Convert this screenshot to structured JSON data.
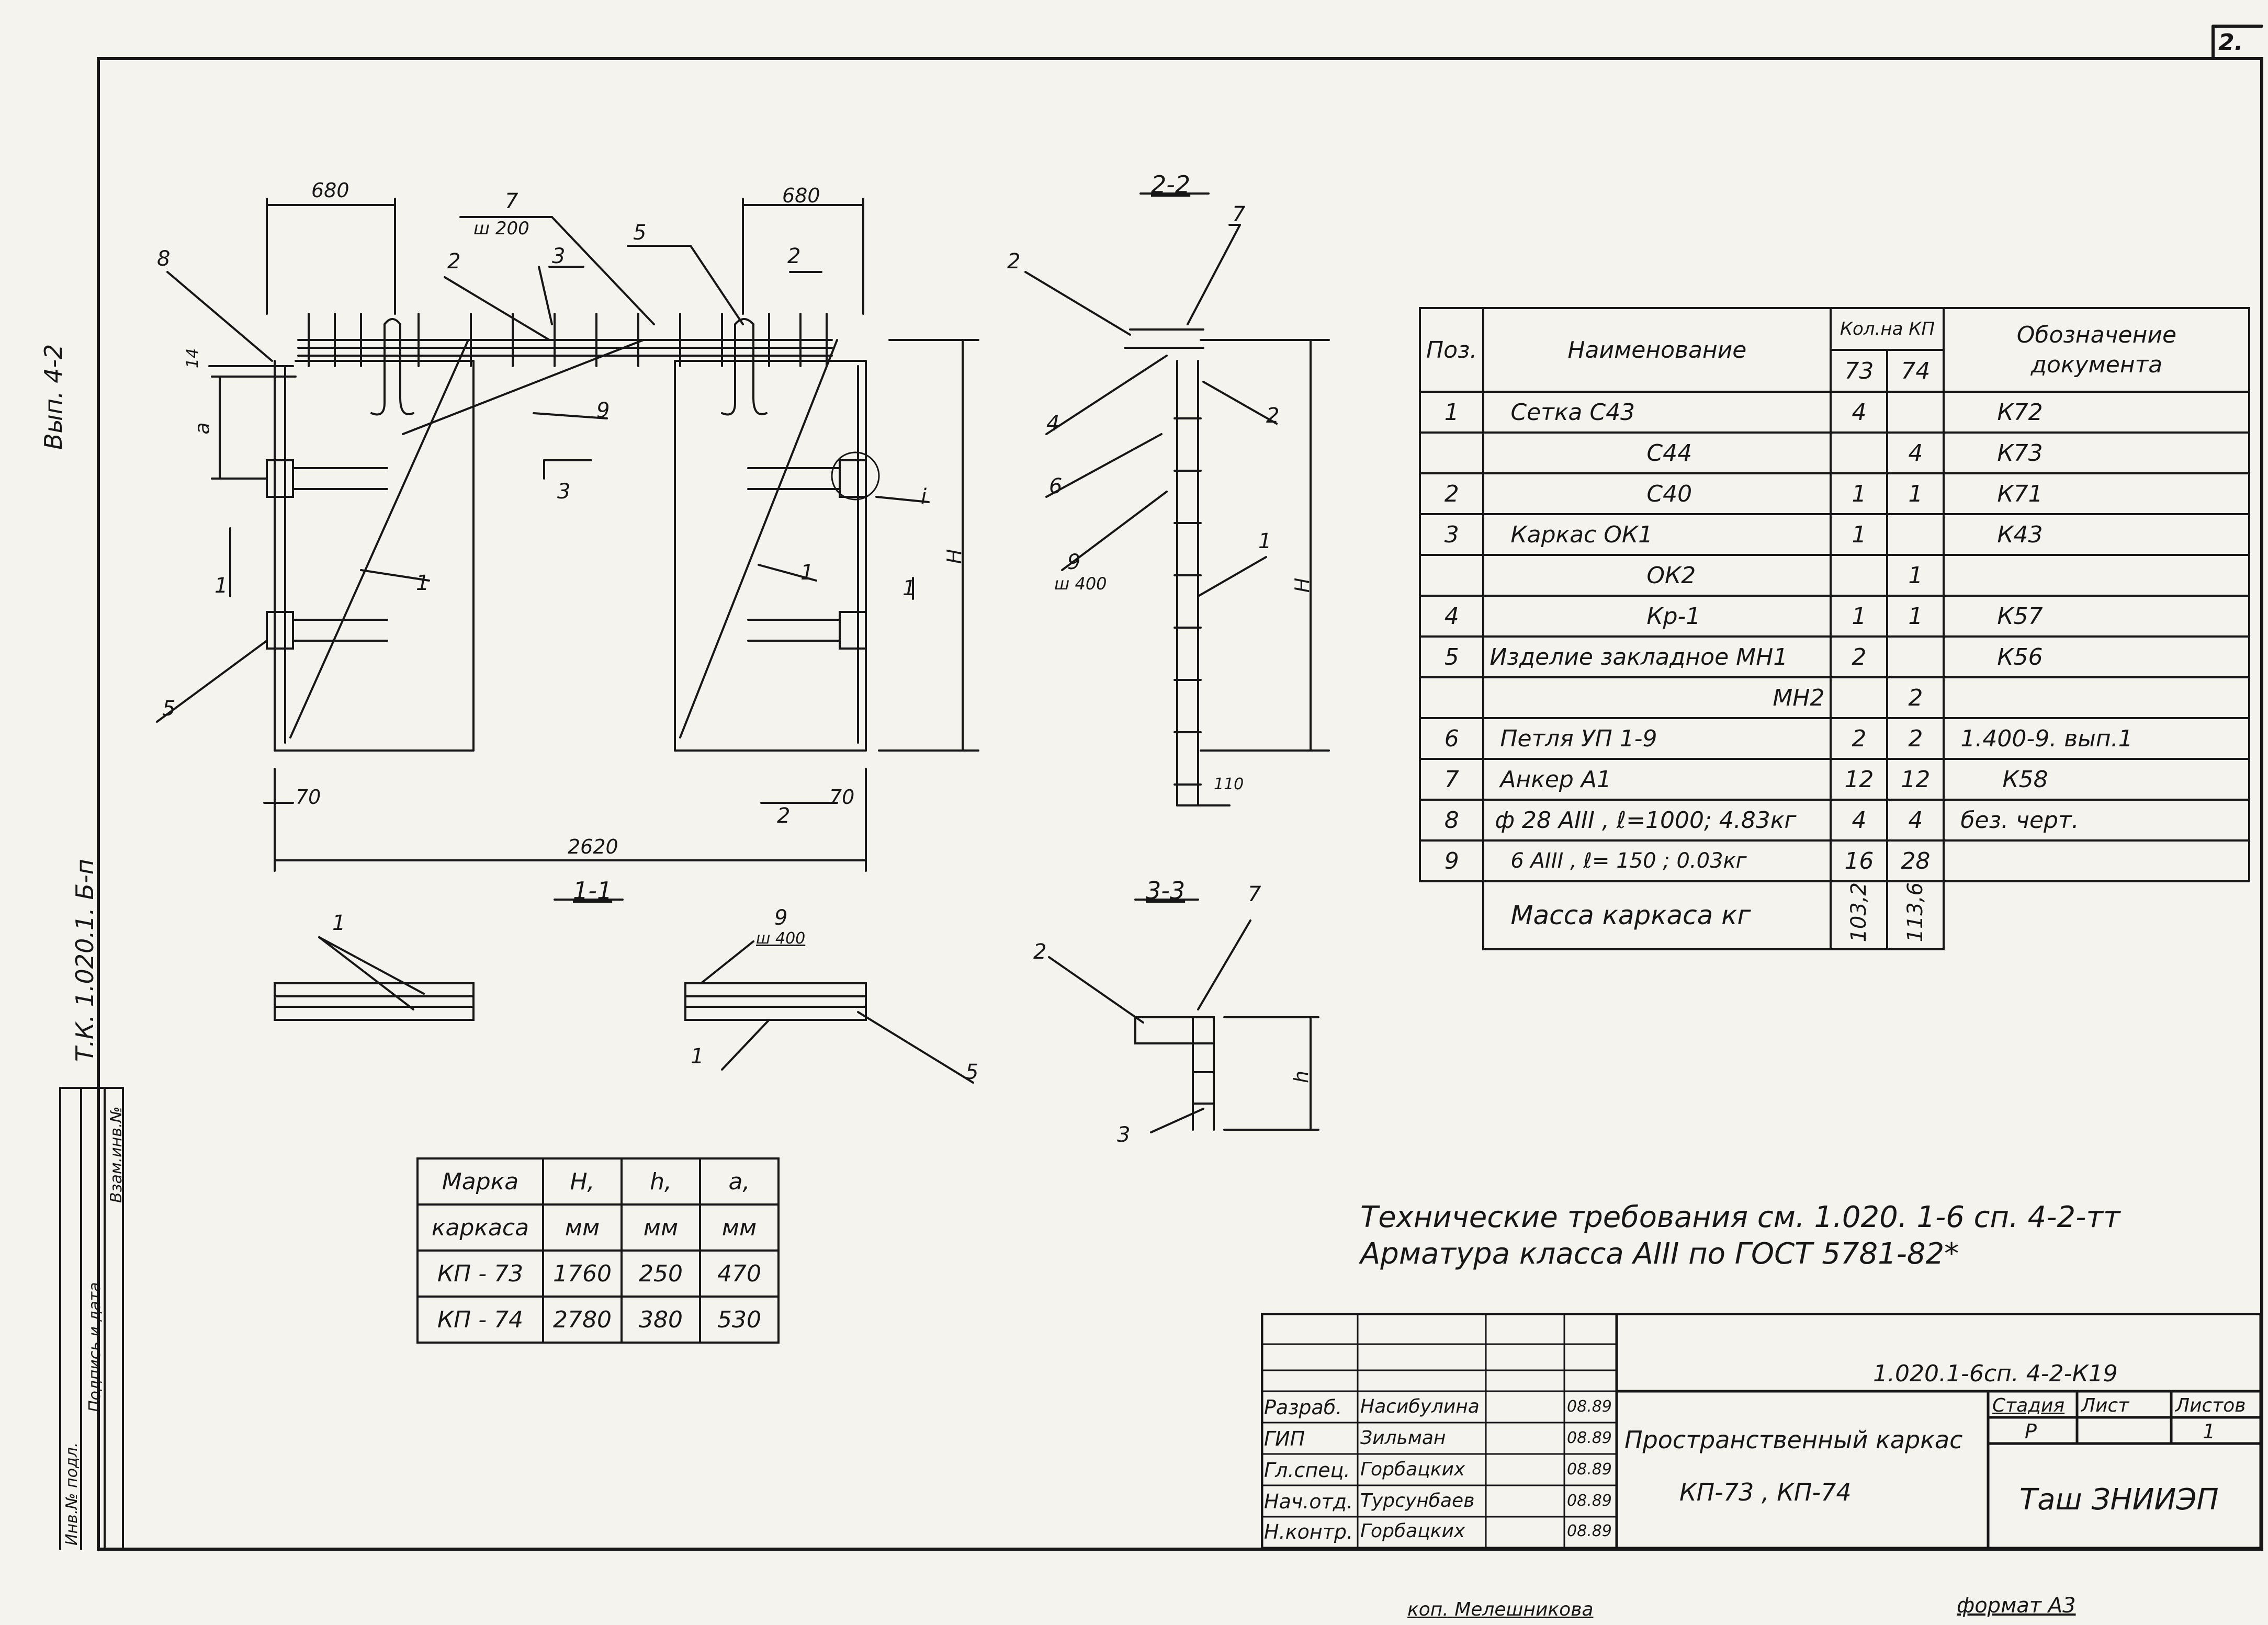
{
  "sheet": {
    "number": "2.",
    "side_series": "Вып. 4-2",
    "side_code": "Т.К. 1.020.1. Б-п",
    "stamp_cols": [
      "Инв.№ подл.",
      "Подпись и дата",
      "Взам.инв.№"
    ],
    "copier": "коп. Мелешникова",
    "format": "формат А3"
  },
  "drawing": {
    "front": {
      "dims": [
        "680",
        "680",
        "2620",
        "70",
        "70",
        "H",
        "a",
        "14"
      ],
      "callouts": [
        "7",
        "ш 200",
        "5",
        "8",
        "2",
        "3",
        "2",
        "9",
        "1",
        "1",
        "1",
        "1",
        "5",
        "3",
        "2",
        "i"
      ]
    },
    "section22": {
      "title": "2-2",
      "labels": [
        "7",
        "2",
        "4",
        "2",
        "6",
        "9",
        "ш 400",
        "1",
        "H",
        "110"
      ]
    },
    "section11": {
      "title": "1-1",
      "labels": [
        "1",
        "9",
        "ш 400",
        "1",
        "5"
      ]
    },
    "section33": {
      "title": "3-3",
      "labels": [
        "7",
        "2",
        "h",
        "3"
      ]
    }
  },
  "spec_table": {
    "headers": {
      "pos": "Поз.",
      "name": "Наименование",
      "qty": "Кол.на КП",
      "qty_a": "73",
      "qty_b": "74",
      "doc": "Обозначение документа"
    },
    "rows": [
      {
        "pos": "1",
        "name": "Сетка   С43",
        "q1": "4",
        "q2": "",
        "doc": "К72"
      },
      {
        "pos": "",
        "name": "С44",
        "q1": "",
        "q2": "4",
        "doc": "К73"
      },
      {
        "pos": "2",
        "name": "С40",
        "q1": "1",
        "q2": "1",
        "doc": "К71"
      },
      {
        "pos": "3",
        "name": "Каркас   ОК1",
        "q1": "1",
        "q2": "",
        "doc": "К43"
      },
      {
        "pos": "",
        "name": "ОК2",
        "q1": "",
        "q2": "1",
        "doc": ""
      },
      {
        "pos": "4",
        "name": "Кр-1",
        "q1": "1",
        "q2": "1",
        "doc": "К57"
      },
      {
        "pos": "5",
        "name": "Изделие закладное МН1",
        "q1": "2",
        "q2": "",
        "doc": "К56"
      },
      {
        "pos": "",
        "name": "МН2",
        "q1": "",
        "q2": "2",
        "doc": ""
      },
      {
        "pos": "6",
        "name": "Петля   УП 1-9",
        "q1": "2",
        "q2": "2",
        "doc": "1.400-9. вып.1"
      },
      {
        "pos": "7",
        "name": "Анкер А1",
        "q1": "12",
        "q2": "12",
        "doc": "К58"
      },
      {
        "pos": "8",
        "name": "ф 28 АIII , ℓ=1000; 4.83кг",
        "q1": "4",
        "q2": "4",
        "doc": "без. черт."
      },
      {
        "pos": "9",
        "name": "6 АIII , ℓ= 150 ; 0.03кг",
        "q1": "16",
        "q2": "28",
        "doc": ""
      }
    ],
    "mass": {
      "label": "Масса каркаса  кг",
      "q1": "103,2",
      "q2": "113,6"
    }
  },
  "marks_table": {
    "headers": [
      "Марка",
      "H,",
      "h,",
      "a,"
    ],
    "subheaders": [
      "каркаса",
      "мм",
      "мм",
      "мм"
    ],
    "rows": [
      [
        "КП - 73",
        "1760",
        "250",
        "470"
      ],
      [
        "КП - 74",
        "2780",
        "380",
        "530"
      ]
    ]
  },
  "notes": [
    "Технические требования см. 1.020. 1-6 сп. 4-2-тт",
    "Арматура класса АIII по ГОСТ 5781-82*"
  ],
  "title_block": {
    "code": "1.020.1-6сп. 4-2-К19",
    "object_name": "Пространственный каркас",
    "object_marks": "КП-73 ,  КП-74",
    "stage_label": "Стадия",
    "sheet_label": "Лист",
    "sheets_label": "Листов",
    "stage": "Р",
    "sheet": "",
    "sheets": "1",
    "org": "Таш ЗНИИЭП",
    "staff": [
      {
        "role": "Разраб.",
        "name": "Насибулина",
        "date": "08.89"
      },
      {
        "role": "ГИП",
        "name": "Зильман",
        "date": "08.89"
      },
      {
        "role": "Гл.спец.",
        "name": "Горбацких",
        "date": "08.89"
      },
      {
        "role": "Нач.отд.",
        "name": "Турсунбаев",
        "date": "08.89"
      },
      {
        "role": "Н.контр.",
        "name": "Горбацких",
        "date": "08.89"
      }
    ]
  },
  "colors": {
    "paper": "#f4f3ee",
    "ink": "#161616"
  }
}
